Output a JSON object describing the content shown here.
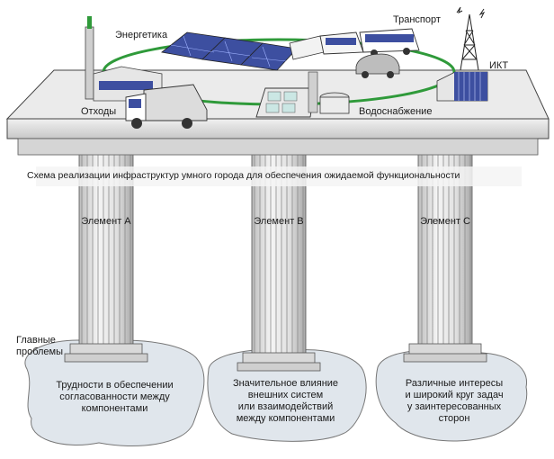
{
  "diagram": {
    "platform_labels": {
      "energy": "Энергетика",
      "transport": "Транспорт",
      "ict": "ИКТ",
      "waste": "Отходы",
      "water": "Водоснабжение"
    },
    "caption": "Схема реализации инфраструктур умного города для обеспечения ожидаемой функциональности",
    "elements": [
      {
        "label": "Элемент А",
        "problem": "Трудности в обеспечении\nсогласованности между\nкомпонентами"
      },
      {
        "label": "Элемент В",
        "problem": "Значительное влияние\nвнешних систем\nили взаимодействий\nмежду компонентами"
      },
      {
        "label": "Элемент С",
        "problem": "Различные интересы\nи широкий круг задач\nу заинтересованных\nсторон"
      }
    ],
    "problems_label": "Главные\nпроблемы",
    "colors": {
      "stone": "#e8e8e8",
      "stone_shadow": "#9a9a9a",
      "water": "#dfe5ec",
      "solar": "#3d4fa0",
      "outline": "#333333"
    }
  }
}
